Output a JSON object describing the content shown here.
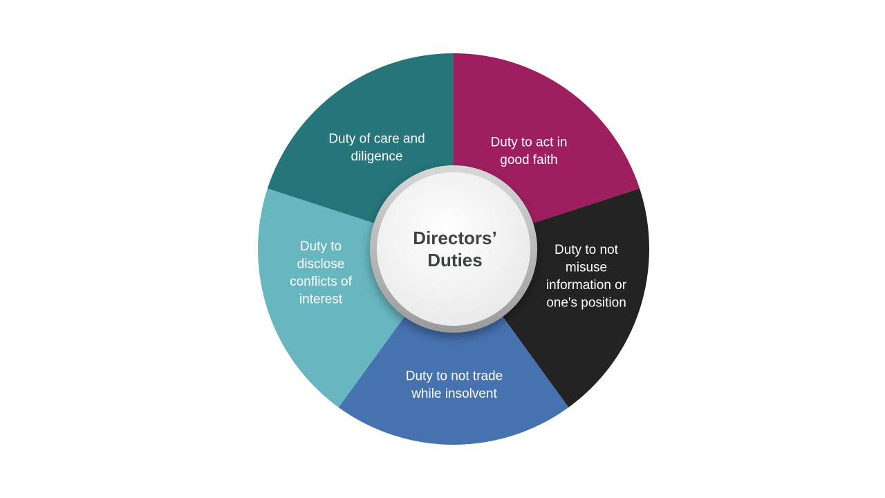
{
  "diagram": {
    "center": {
      "lines": [
        "Directors’",
        "Duties"
      ]
    },
    "segments": [
      {
        "id": "good-faith",
        "lines": [
          "Duty to act in",
          "good faith"
        ],
        "color": "#9e1f60"
      },
      {
        "id": "misuse",
        "lines": [
          "Duty to not",
          "misuse",
          "information or",
          "one's position"
        ],
        "color": "#232323"
      },
      {
        "id": "insolvent",
        "lines": [
          "Duty to not trade",
          "while insolvent"
        ],
        "color": "#4672b0"
      },
      {
        "id": "conflicts",
        "lines": [
          "Duty to",
          "disclose",
          "conflicts of",
          "interest"
        ],
        "color": "#68b6c0"
      },
      {
        "id": "care",
        "lines": [
          "Duty of care and",
          "diligence"
        ],
        "color": "#25757a"
      }
    ],
    "center_fill": "#f4f4f4",
    "ring_color": "#a9a9a9"
  }
}
